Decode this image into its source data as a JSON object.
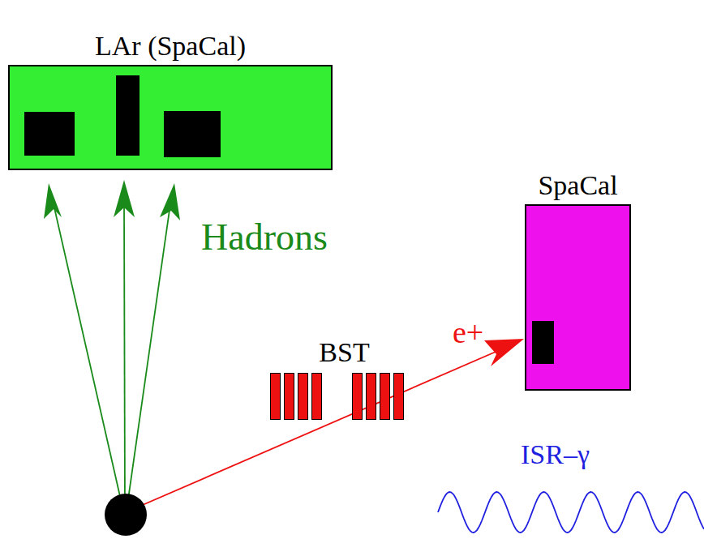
{
  "diagram": {
    "nodes": [
      {
        "text": [
          "LAr (SpaCal)"
        ]
      },
      {
        "text": [
          "BST"
        ]
      },
      {
        "text": [
          "SpaCal"
        ]
      }
    ],
    "labels": [
      "Hadrons",
      "e+",
      "ISR–γ"
    ]
  }
}
